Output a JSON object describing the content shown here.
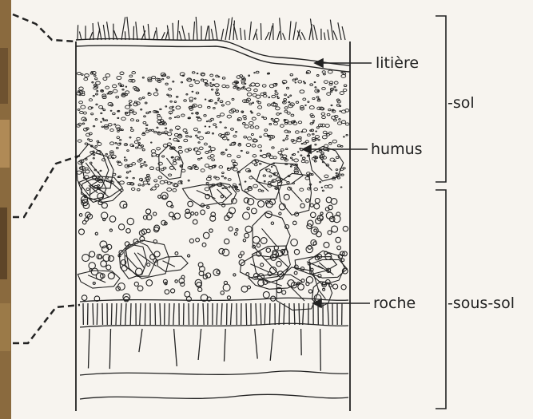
{
  "labels": {
    "litiere": "litière",
    "humus": "humus",
    "roche": "roche",
    "sol": "-sol",
    "sous_sol": "-sous-sol"
  },
  "colors": {
    "ink": "#222222",
    "paper": "#f7f4ef",
    "photo_strip": "#8a6a3e"
  }
}
